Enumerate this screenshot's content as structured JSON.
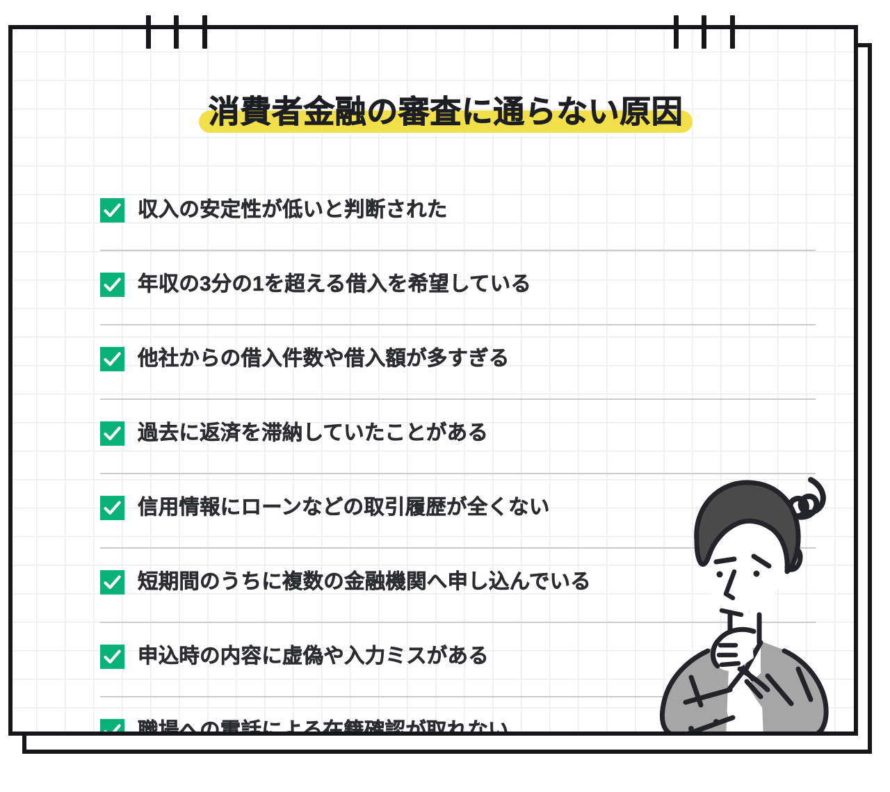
{
  "document": {
    "title": "消費者金融の審査に通らない原因",
    "style": {
      "highlight_color": "#f2e04b",
      "checkbox_color": "#07b177",
      "text_color": "#2b2c30",
      "frame_color": "#15161a",
      "grid_color": "#eceded",
      "separator_color": "#c9cacb",
      "suit_color": "#a6a6a6",
      "hair_color": "#4a4a4a"
    }
  },
  "frame": {
    "ticks_left": [
      210,
      250,
      291
    ],
    "ticks_right": [
      969,
      1009,
      1050
    ]
  },
  "checklist": {
    "icon": "check-square-icon",
    "items": [
      {
        "label": "収入の安定性が低いと判断された"
      },
      {
        "label": "年収の3分の1を超える借入を希望している"
      },
      {
        "label": "他社からの借入件数や借入額が多すぎる"
      },
      {
        "label": "過去に返済を滞納していたことがある"
      },
      {
        "label": "信用情報にローンなどの取引履歴が全くない"
      },
      {
        "label": "短期間のうちに複数の金融機関へ申し込んでいる"
      },
      {
        "label": "申込時の内容に虚偽や入力ミスがある"
      },
      {
        "label": "職場への電話による在籍確認が取れない"
      }
    ]
  },
  "illustration": {
    "name": "thinking-businessman-illustration",
    "doodle": "confusion-spiral-icon"
  }
}
